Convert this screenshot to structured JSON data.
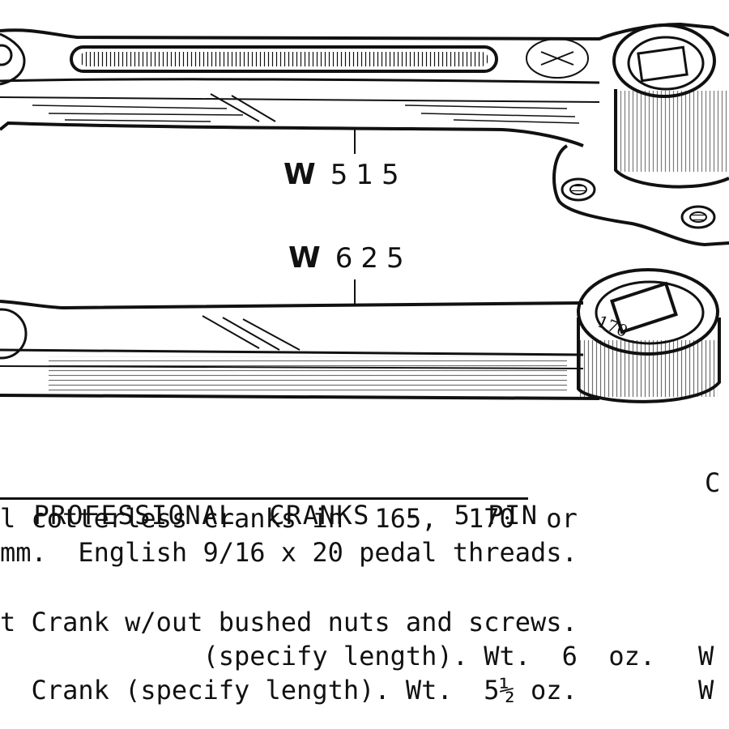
{
  "illustration": {
    "upper_part_label": "W",
    "upper_part_number": "515",
    "lower_part_label": "W",
    "lower_part_number": "625",
    "stamped_length": "170"
  },
  "text": {
    "heading": "PROFESSIONAL  CRANKS  -  5 PIN",
    "description_line1": "l cotterless cranks in  165,  170  or",
    "description_line2": "mm.  English 9/16 x 20 pedal threads.",
    "item1_line1": "t Crank w/out bushed nuts and screws.",
    "item1_line2": "             (specify length). Wt.  6  oz.",
    "item2": "  Crank (specify length). Wt.  5½ oz.",
    "right_col_heading_fragment": "C",
    "right_col_item1_fragment": "W",
    "right_col_item2_fragment": "W"
  }
}
